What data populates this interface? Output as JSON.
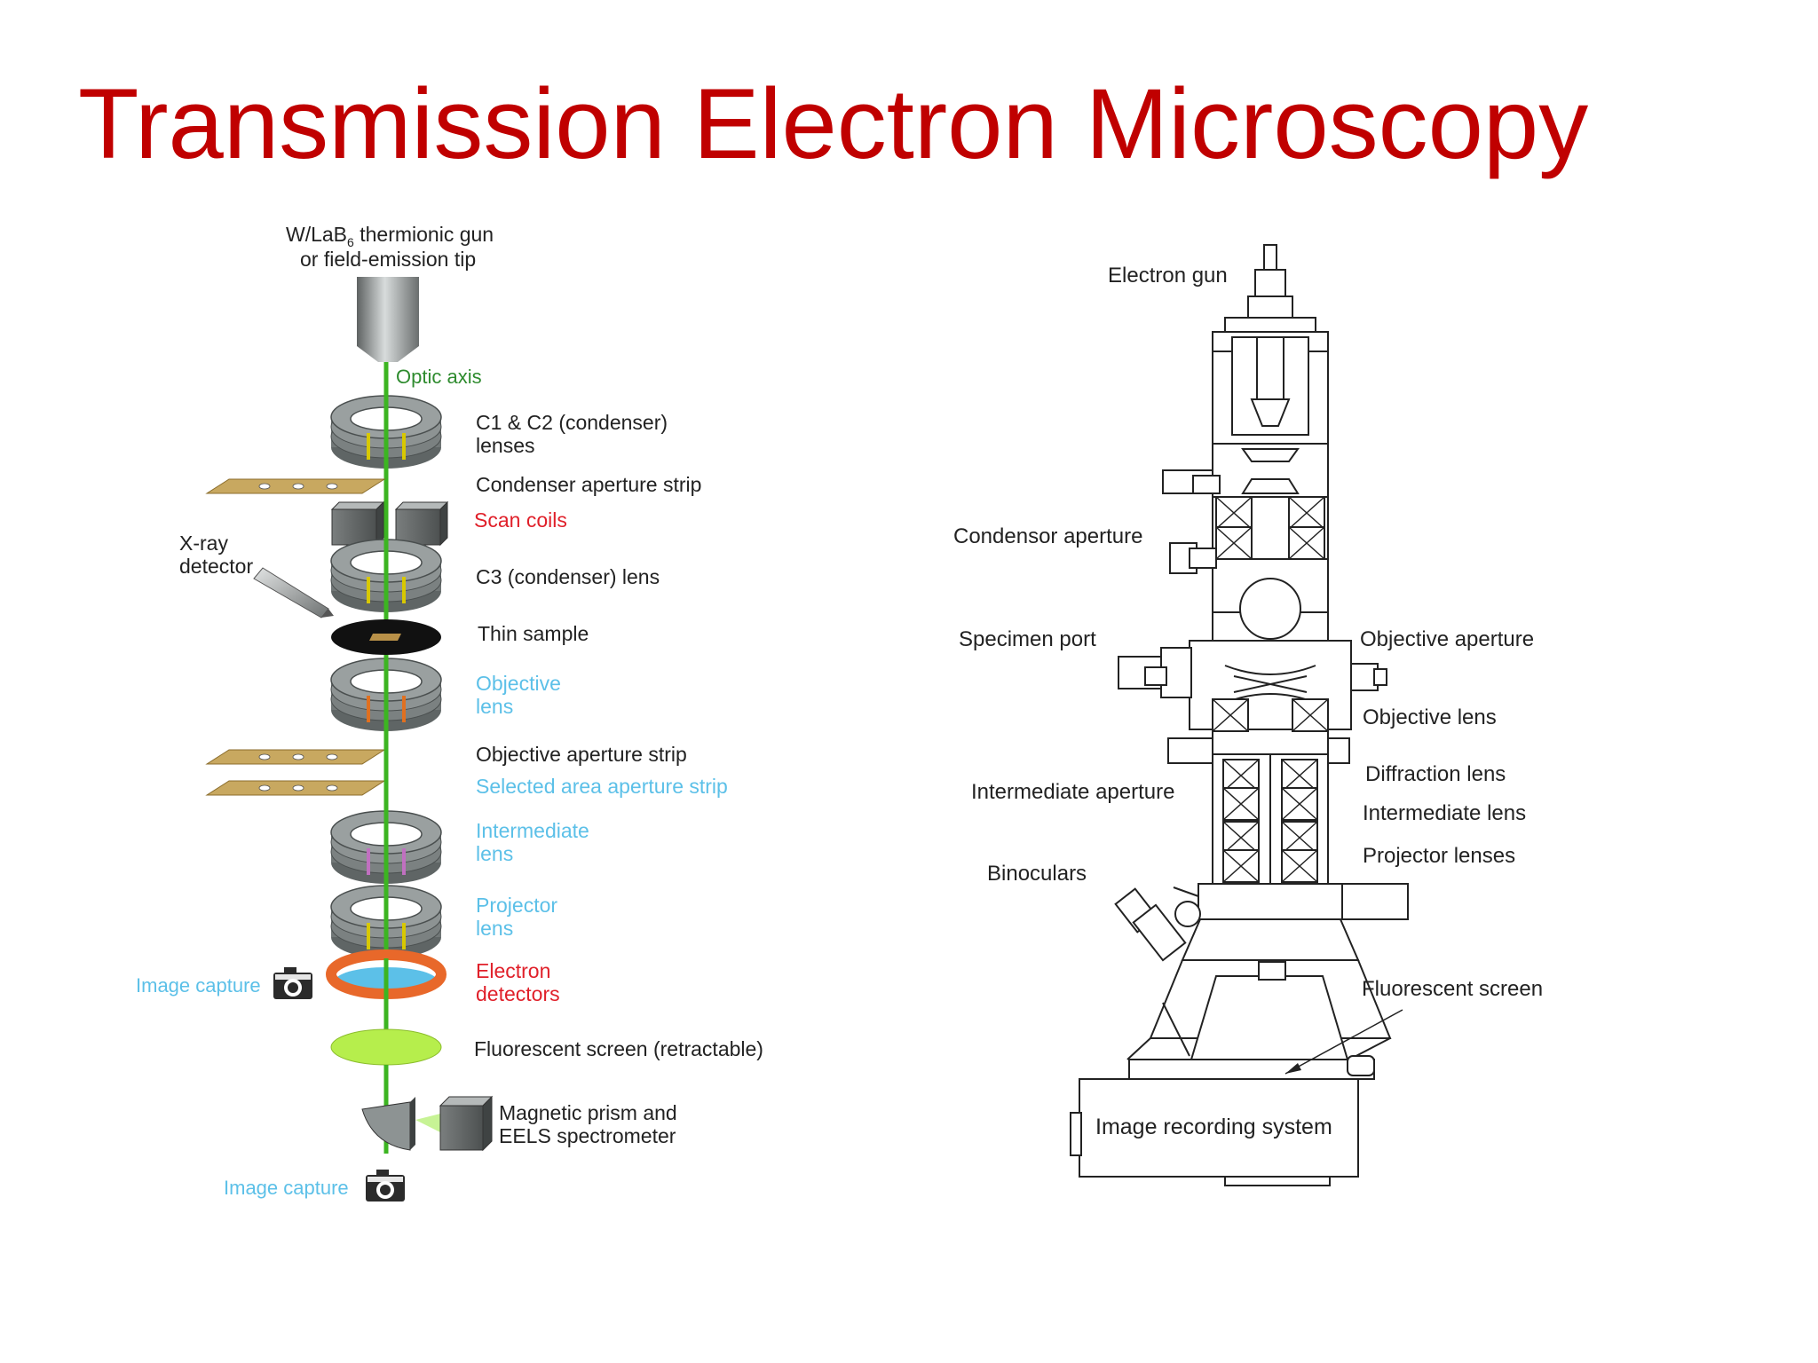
{
  "slide": {
    "title": "Transmission Electron Microscopy"
  },
  "left_diagram": {
    "gun_label_line1": "W/LaB",
    "gun_label_sub": "6",
    "gun_label_line1_rest": " thermionic gun",
    "gun_label_line2": "or field-emission tip",
    "optic_axis": "Optic axis",
    "c1c2_line1": "C1 & C2 (condenser)",
    "c1c2_line2": "lenses",
    "condenser_aperture_strip": "Condenser aperture strip",
    "scan_coils": "Scan coils",
    "xray_line1": "X-ray",
    "xray_line2": "detector",
    "c3_lens": "C3 (condenser) lens",
    "thin_sample": "Thin sample",
    "objective_lens_line1": "Objective",
    "objective_lens_line2": "lens",
    "objective_aperture_strip": "Objective aperture strip",
    "selected_area_aperture_strip": "Selected area aperture strip",
    "intermediate_lens_line1": "Intermediate",
    "intermediate_lens_line2": "lens",
    "projector_lens_line1": "Projector",
    "projector_lens_line2": "lens",
    "image_capture_1": "Image capture",
    "electron_detectors_line1": "Electron",
    "electron_detectors_line2": "detectors",
    "fluorescent_screen": "Fluorescent screen (retractable)",
    "prism_line1": "Magnetic prism and",
    "prism_line2": "EELS spectrometer",
    "image_capture_2": "Image capture"
  },
  "right_diagram": {
    "electron_gun": "Electron gun",
    "condensor_aperture": "Condensor aperture",
    "specimen_port": "Specimen port",
    "objective_aperture": "Objective aperture",
    "objective_lens": "Objective lens",
    "diffraction_lens": "Diffraction lens",
    "intermediate_aperture": "Intermediate aperture",
    "intermediate_lens": "Intermediate lens",
    "projector_lenses": "Projector lenses",
    "binoculars": "Binoculars",
    "fluorescent_screen": "Fluorescent screen",
    "image_recording_system": "Image recording system"
  },
  "colors": {
    "title": "#c00000",
    "optic_axis": "#3cb521",
    "optic_axis_label": "#2e8b2e",
    "highlight_red": "#e0202a",
    "highlight_blue": "#5cc0e8",
    "lens_gray": "#8f9696",
    "strip_tan": "#c8a860",
    "detector_orange": "#e8682a",
    "screen_green": "#b6ee4c"
  },
  "icons": [
    "camera-icon",
    "camera-icon"
  ]
}
